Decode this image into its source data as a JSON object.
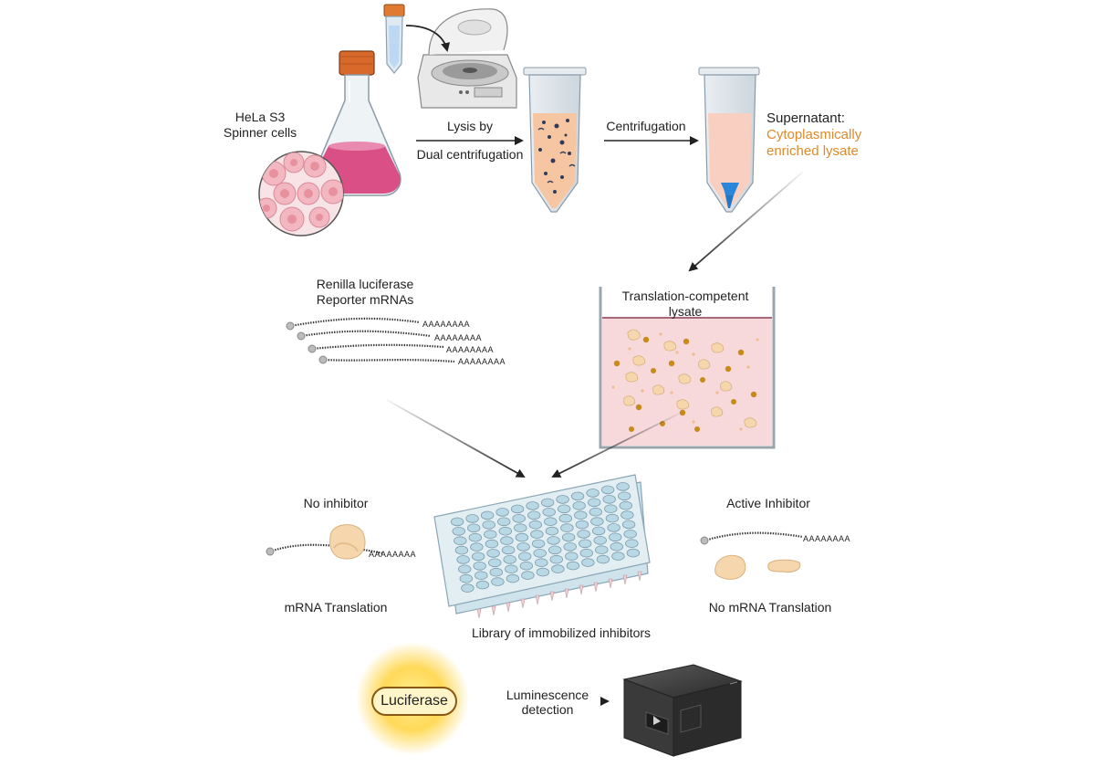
{
  "labels": {
    "cells": [
      "HeLa S3",
      "Spinner cells"
    ],
    "lysis": [
      "Lysis by",
      "Dual centrifugation"
    ],
    "centrifugation": "Centrifugation",
    "supernatant": [
      "Supernatant:",
      "Cytoplasmically",
      "enriched lysate"
    ],
    "reporter": [
      "Renilla luciferase",
      "Reporter mRNAs"
    ],
    "lysate": [
      "Translation-competent",
      "lysate"
    ],
    "polyA": "AAAAAAAA",
    "no_inhibitor": "No inhibitor",
    "mrna_translation": "mRNA Translation",
    "active_inhibitor": "Active Inhibitor",
    "no_mrna_translation": "No mRNA Translation",
    "library": "Library of immobilized inhibitors",
    "luciferase": "Luciferase",
    "luminescence": [
      "Luminescence",
      "detection"
    ]
  },
  "colors": {
    "cap_orange": "#d9692a",
    "media_pink": "#d94f86",
    "lysate_peach": "#f6c6a2",
    "pellet_blue": "#1f77c8",
    "lysate_pink": "#f7d9dc",
    "highlight_orange": "#e08a2a",
    "plate_blue": "#b9d8e6"
  }
}
